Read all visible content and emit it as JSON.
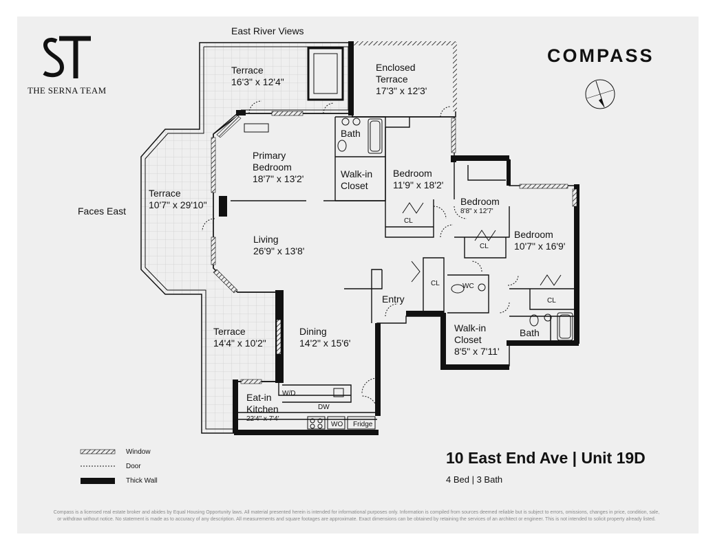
{
  "brand": {
    "team_monogram": "ST",
    "team_name": "THE SERNA TEAM",
    "company": "COMPASS"
  },
  "labels": {
    "east_river_views": "East River Views",
    "faces_east": "Faces East"
  },
  "rooms": {
    "terrace_north": {
      "name": "Terrace",
      "dims": "16'3\" x 12'4\""
    },
    "enclosed_terrace": {
      "name_line1": "Enclosed",
      "name_line2": "Terrace",
      "dims": "17'3\" x 12'3'"
    },
    "bath_primary": {
      "name": "Bath"
    },
    "primary_bedroom": {
      "name_line1": "Primary",
      "name_line2": "Bedroom",
      "dims": "18'7\" x 13'2'"
    },
    "walkin_closet_primary": {
      "name_line1": "Walk-in",
      "name_line2": "Closet"
    },
    "bedroom_2": {
      "name": "Bedroom",
      "dims": "11'9\" x 18'2'"
    },
    "bedroom_3": {
      "name": "Bedroom",
      "dims": "8'8\" x 12'7'"
    },
    "bedroom_4": {
      "name": "Bedroom",
      "dims": "10'7\" x 16'9'"
    },
    "terrace_east": {
      "name": "Terrace",
      "dims": "10'7\" x 29'10\""
    },
    "living": {
      "name": "Living",
      "dims": "26'9\" x 13'8'"
    },
    "entry": {
      "name": "Entry"
    },
    "terrace_south": {
      "name": "Terrace",
      "dims": "14'4\" x 10'2\""
    },
    "dining": {
      "name": "Dining",
      "dims": "14'2\" x 15'6'"
    },
    "walkin_closet_2": {
      "name_line1": "Walk-in",
      "name_line2": "Closet",
      "dims": "8'5\" x 7'11'"
    },
    "bath_2": {
      "name": "Bath"
    },
    "kitchen": {
      "name_line1": "Eat-in",
      "name_line2": "Kitchen",
      "dims": "22'4\" x 7'4'"
    }
  },
  "fixtures": {
    "cl": "CL",
    "wc": "WC",
    "wd": "W/D",
    "dw": "DW",
    "wo": "WO",
    "fridge": "Fridge"
  },
  "legend": {
    "window": "Window",
    "door": "Door",
    "thick_wall": "Thick Wall"
  },
  "listing": {
    "address": "10 East End Ave | Unit 19D",
    "beds_baths": "4 Bed | 3 Bath"
  },
  "disclaimer": {
    "line1": "Compass is a licensed real estate broker and abides by Equal Housing Opportunity laws. All material presented herein is intended for informational purposes only. Information is compiled from sources deemed reliable but is subject to errors, omissions, changes in price, condition, sale,",
    "line2": "or withdraw without notice. No statement is made as to accuracy of any description. All measurements and square footages are approximate. Exact dimensions can be obtained by retaining the services of an architect or engineer. This is not intended to solicit property already listed."
  },
  "colors": {
    "background": "#efefef",
    "wall": "#111111",
    "text": "#111111"
  },
  "icons": {
    "compass_rose": "compass-rose-icon"
  }
}
